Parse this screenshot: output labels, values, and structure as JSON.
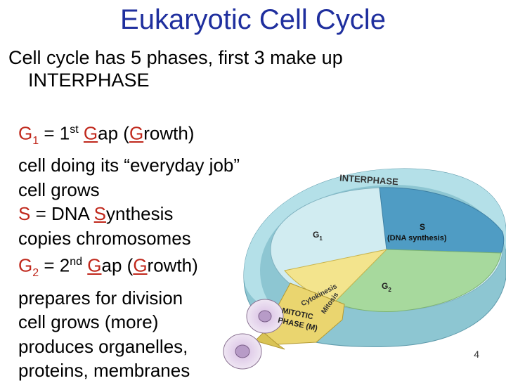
{
  "title": "Eukaryotic Cell Cycle",
  "intro": {
    "line1": "Cell cycle has 5 phases, first 3 make up",
    "line2": "INTERPHASE"
  },
  "list": {
    "g1_symbol": "G",
    "g1_sub": "1",
    "g1_eq": " = 1",
    "g1_sup": "st",
    "g1_g": "G",
    "g1_ap": "ap (",
    "g1_g2": "G",
    "g1_rowth": "rowth)",
    "g1_desc1": "cell doing its “everyday job”",
    "g1_desc2": "cell grows",
    "s_symbol": "S",
    "s_eq": " = DNA ",
    "s_s": "S",
    "s_ynthesis": "ynthesis",
    "s_desc1": "copies chromosomes",
    "g2_symbol": "G",
    "g2_sub": "2",
    "g2_eq": " = 2",
    "g2_sup": "nd",
    "g2_g": "G",
    "g2_ap": "ap (",
    "g2_g2": "G",
    "g2_rowth": "rowth)",
    "g2_desc1": "prepares for division",
    "g2_desc2": "cell grows (more)",
    "g2_desc3": "produces organelles,",
    "g2_desc4": "proteins, membranes"
  },
  "diagram": {
    "interphase_label": "INTERPHASE",
    "g1_label": "G",
    "g1_label_sub": "1",
    "s_label": "S",
    "s_label_desc": "(DNA synthesis)",
    "g2_label": "G",
    "g2_label_sub": "2",
    "mitotic_label1": "MITOTIC",
    "mitotic_label2": "PHASE (M)",
    "cytokinesis_label": "Cytokinesis",
    "mitosis_label": "Mitosis",
    "colors": {
      "ring": "#9fd3dc",
      "g1": "#c9e6ec",
      "s": "#5ba4c7",
      "g2": "#a9dba1",
      "mitotic": "#f0e08a",
      "cell": "#e9d6ee"
    }
  },
  "page_number": "4"
}
